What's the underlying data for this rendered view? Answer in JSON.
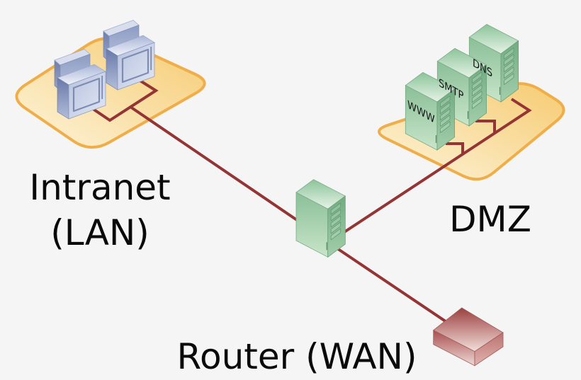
{
  "background": "#f5f5f5",
  "labels": {
    "intranet_line1": "Intranet",
    "intranet_line2": "(LAN)",
    "dmz": "DMZ",
    "router": "Router (WAN)"
  },
  "zones": {
    "lan": {
      "name": "Intranet (LAN)",
      "workstation_count": 2
    },
    "dmz": {
      "name": "DMZ",
      "server_count": 3
    }
  },
  "dmz_servers": [
    {
      "label": "WWW"
    },
    {
      "label": "SMTP"
    },
    {
      "label": "DNS"
    }
  ],
  "nodes": {
    "firewall": "firewall-server",
    "router": "router-wan",
    "lan_workstation_left": "workstation",
    "lan_workstation_right": "workstation"
  },
  "colors": {
    "background": "#f5f5f5",
    "zone_fill_light": "#fdf4da",
    "zone_fill_gold": "#f6cb72",
    "zone_border": "#efae49",
    "link": "#943434",
    "server_green_front": "#a9d4b0",
    "server_green_side": "#7fb58d",
    "computer_blue_front": "#c9d2e8",
    "computer_blue_side": "#8494bf",
    "router_red_dark": "#9c4242",
    "router_red_light": "#eed8d4",
    "label_text": "#0a0a0a"
  }
}
